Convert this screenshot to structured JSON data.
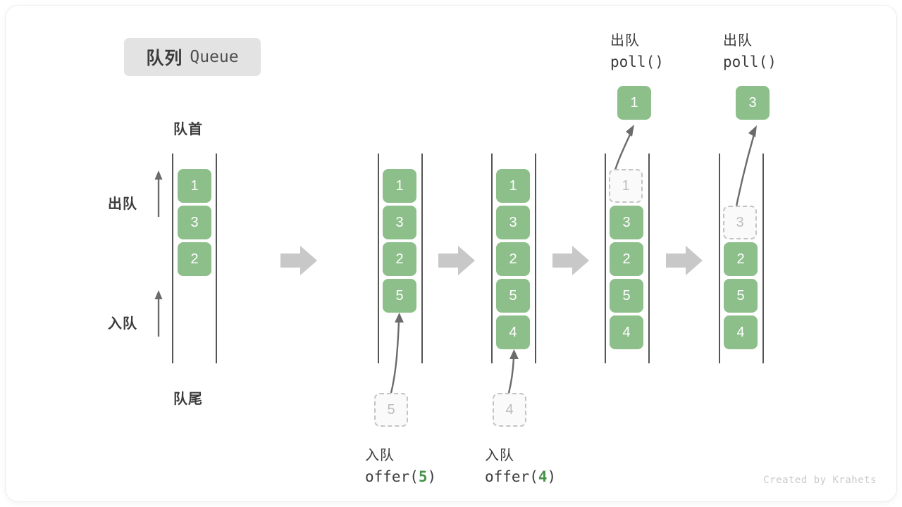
{
  "title": {
    "cn": "队列",
    "en": "Queue"
  },
  "annotations": {
    "head": "队首",
    "tail": "队尾",
    "dequeue_dir": "出队",
    "enqueue_dir": "入队"
  },
  "colors": {
    "element": "#8dbf8a",
    "ghost_border": "#c4c4c4",
    "ghost_fill": "#fafafa",
    "rail": "#555555",
    "transition_arrow": "#c8c8c8",
    "op_arrow": "#6b6b6b",
    "text": "#3c3c3c",
    "highlight": "#46934a",
    "badge_bg": "#e3e3e3"
  },
  "steps": [
    {
      "id": "initial",
      "items": [
        "1",
        "3",
        "2"
      ],
      "ghost_index": null,
      "ghost_value": null,
      "op_cn": null,
      "op_code_prefix": null,
      "op_code_arg": null,
      "op_code_suffix": null,
      "popped_value": null
    },
    {
      "id": "offer-5",
      "items": [
        "1",
        "3",
        "2",
        "5"
      ],
      "ghost_index": null,
      "ghost_value": "5",
      "op_cn": "入队",
      "op_code_prefix": "offer(",
      "op_code_arg": "5",
      "op_code_suffix": ")",
      "popped_value": null
    },
    {
      "id": "offer-4",
      "items": [
        "1",
        "3",
        "2",
        "5",
        "4"
      ],
      "ghost_index": null,
      "ghost_value": "4",
      "op_cn": "入队",
      "op_code_prefix": "offer(",
      "op_code_arg": "4",
      "op_code_suffix": ")",
      "popped_value": null
    },
    {
      "id": "poll-1",
      "items": [
        "",
        "3",
        "2",
        "5",
        "4"
      ],
      "ghost_index": 0,
      "ghost_value": "1",
      "op_cn": "出队",
      "op_code_prefix": "poll(",
      "op_code_arg": "",
      "op_code_suffix": ")",
      "popped_value": "1"
    },
    {
      "id": "poll-3",
      "items": [
        "",
        "",
        "2",
        "5",
        "4"
      ],
      "ghost_index": 1,
      "ghost_value": "3",
      "op_cn": "出队",
      "op_code_prefix": "poll(",
      "op_code_arg": "",
      "op_code_suffix": ")",
      "popped_value": "3"
    }
  ],
  "credit": "Created by Krahets"
}
